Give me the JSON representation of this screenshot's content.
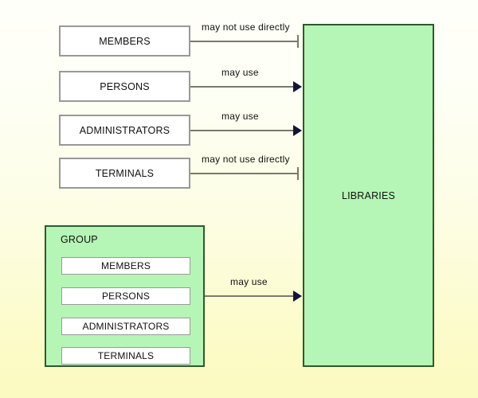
{
  "diagram": {
    "title": "Library access permissions diagram",
    "background_top_color": "#fffffa",
    "background_bottom_color": "#fbfac0",
    "green_fill_color": "#b5f5b5",
    "green_border_color": "#2d5a2d",
    "box_border_color": "#999999",
    "connector_color": "#7a7a6a",
    "arrowhead_color": "#13133a"
  },
  "actors": [
    {
      "label": "MEMBERS",
      "relation": "may not use directly",
      "endpoint": "blocked"
    },
    {
      "label": "PERSONS",
      "relation": "may use",
      "endpoint": "arrow"
    },
    {
      "label": "ADMINISTRATORS",
      "relation": "may use",
      "endpoint": "arrow"
    },
    {
      "label": "TERMINALS",
      "relation": "may not use directly",
      "endpoint": "blocked"
    }
  ],
  "group": {
    "title": "GROUP",
    "items": [
      {
        "label": "MEMBERS"
      },
      {
        "label": "PERSONS"
      },
      {
        "label": "ADMINISTRATORS"
      },
      {
        "label": "TERMINALS"
      }
    ],
    "relation": "may use",
    "endpoint": "arrow"
  },
  "target": {
    "label": "LIBRARIES"
  }
}
